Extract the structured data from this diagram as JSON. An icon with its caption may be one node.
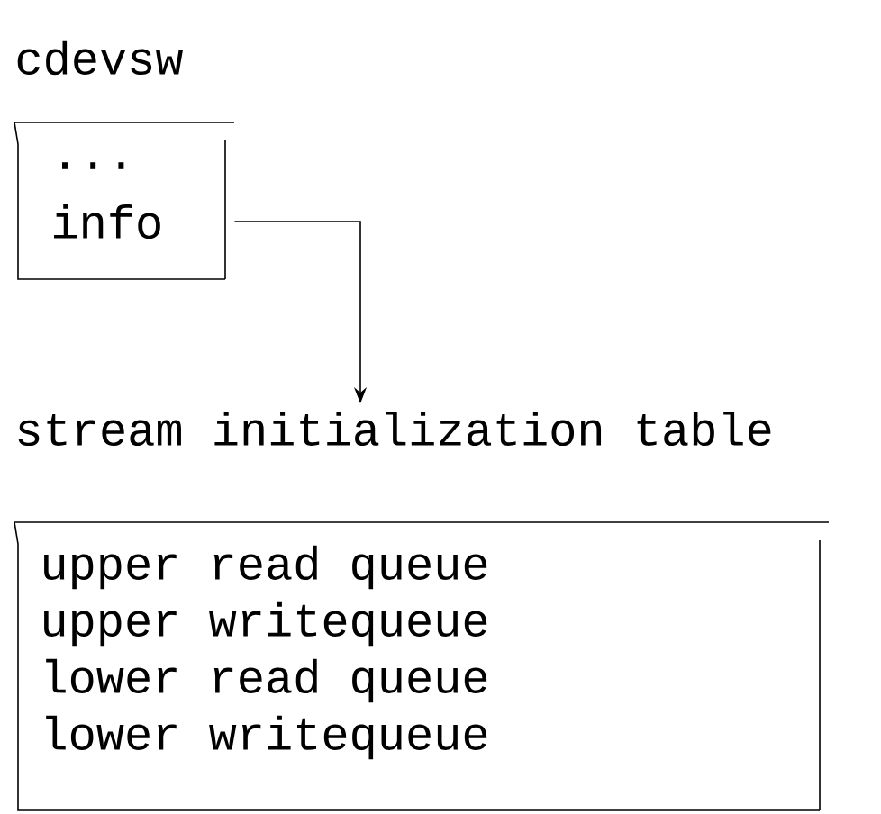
{
  "diagram": {
    "nodes": [
      {
        "text": [
          "cdevsw",
          "...",
          "info"
        ]
      },
      {
        "text": [
          "stream initialization table",
          "upper read queue",
          "upper writequeue",
          "lower read queue",
          "lower writequeue"
        ]
      }
    ],
    "edges": [
      {
        "from": 0,
        "to": 1,
        "arrow": "to"
      }
    ]
  }
}
